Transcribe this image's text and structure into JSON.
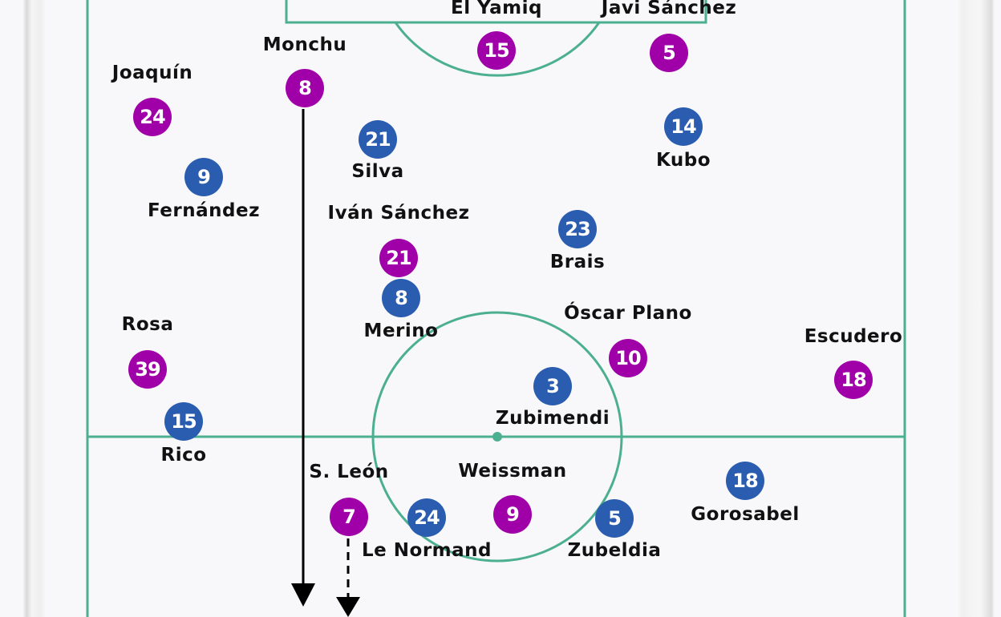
{
  "colors": {
    "home": "#a000a8",
    "away": "#2a5db0",
    "pitch_line": "#4caf8f",
    "arrow": "#000000"
  },
  "players": [
    {
      "team": "home",
      "number": "15",
      "name": "El Yamiq"
    },
    {
      "team": "home",
      "number": "5",
      "name": "Javi Sánchez"
    },
    {
      "team": "home",
      "number": "8",
      "name": "Monchu"
    },
    {
      "team": "home",
      "number": "24",
      "name": "Joaquín"
    },
    {
      "team": "home",
      "number": "21",
      "name": "Iván Sánchez"
    },
    {
      "team": "home",
      "number": "39",
      "name": "Rosa"
    },
    {
      "team": "home",
      "number": "10",
      "name": "Óscar Plano"
    },
    {
      "team": "home",
      "number": "18",
      "name": "Escudero"
    },
    {
      "team": "home",
      "number": "7",
      "name": "S. León"
    },
    {
      "team": "home",
      "number": "9",
      "name": "Weissman"
    },
    {
      "team": "away",
      "number": "21",
      "name": "Silva"
    },
    {
      "team": "away",
      "number": "14",
      "name": "Kubo"
    },
    {
      "team": "away",
      "number": "9",
      "name": "Fernández"
    },
    {
      "team": "away",
      "number": "23",
      "name": "Brais"
    },
    {
      "team": "away",
      "number": "8",
      "name": "Merino"
    },
    {
      "team": "away",
      "number": "3",
      "name": "Zubimendi"
    },
    {
      "team": "away",
      "number": "15",
      "name": "Rico"
    },
    {
      "team": "away",
      "number": "24",
      "name": "Le Normand"
    },
    {
      "team": "away",
      "number": "5",
      "name": "Zubeldia"
    },
    {
      "team": "away",
      "number": "18",
      "name": "Gorosabel"
    }
  ],
  "movements": [
    {
      "player": "Monchu",
      "style": "solid"
    },
    {
      "player": "S. León",
      "style": "dashed"
    }
  ]
}
